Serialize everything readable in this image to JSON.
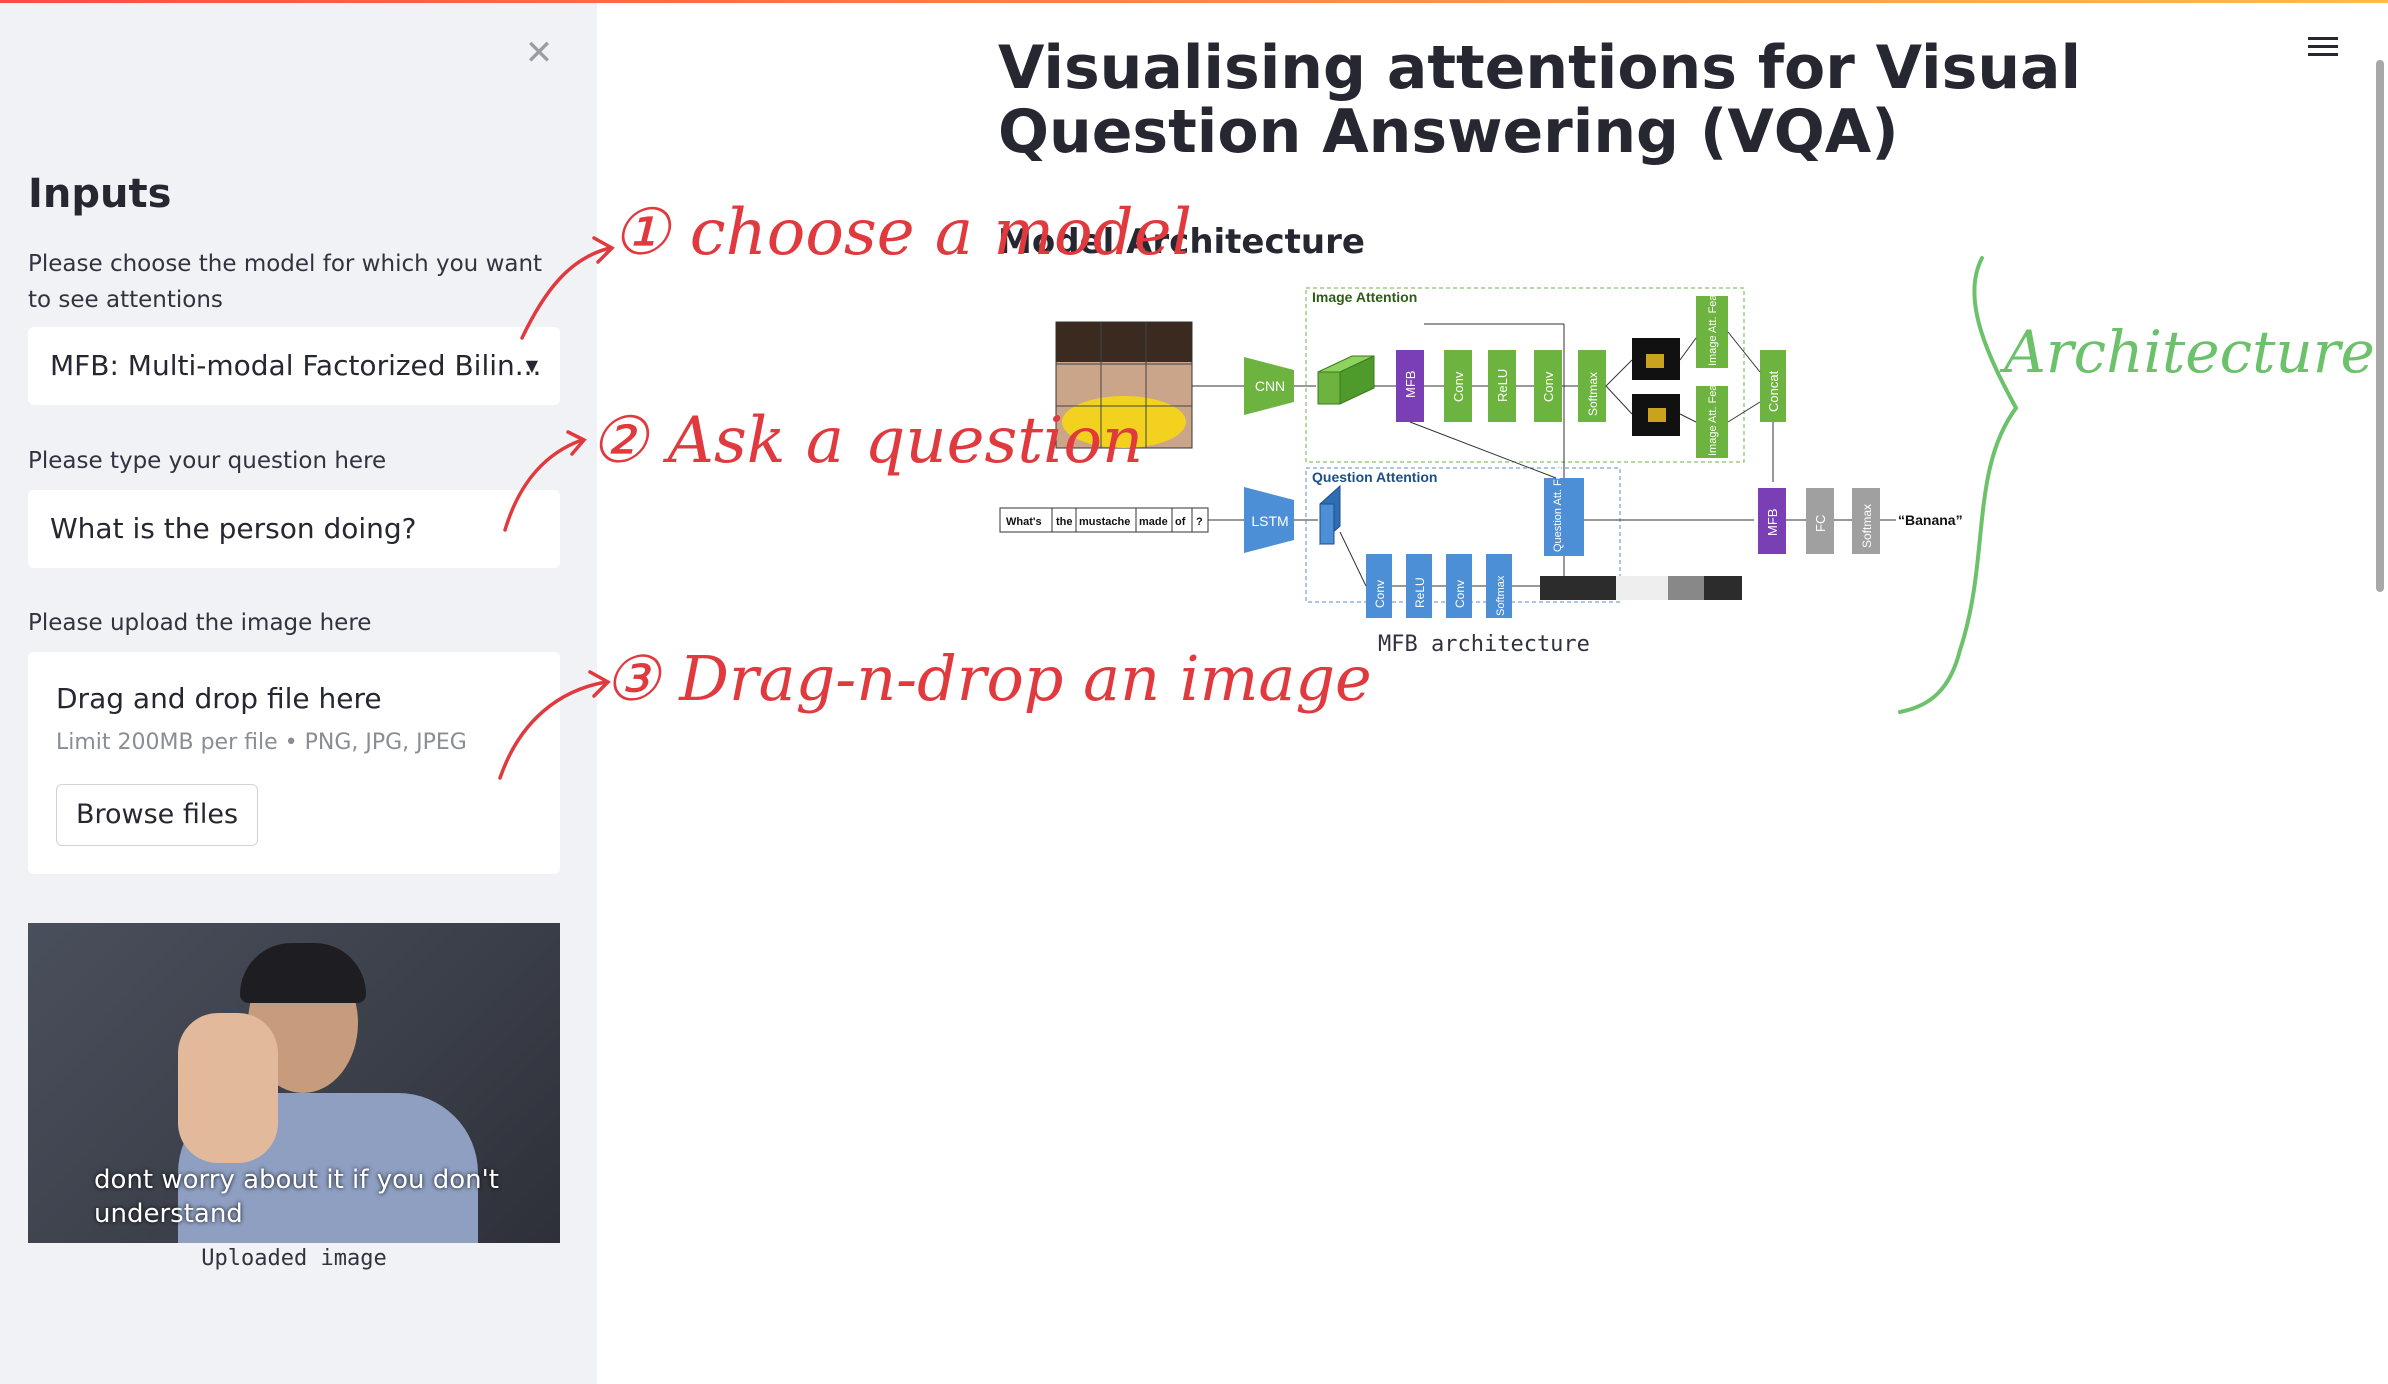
{
  "sidebar": {
    "close_icon": "close-icon",
    "title": "Inputs",
    "model_label": "Please choose the model for which you want to see attentions",
    "model_value": "MFB: Multi-modal Factorized Bilin...",
    "question_label": "Please type your question here",
    "question_value": "What is the person doing?",
    "upload_label": "Please upload the image here",
    "dropzone_title": "Drag and drop file here",
    "dropzone_limit": "Limit 200MB per file • PNG, JPG, JPEG",
    "browse_label": "Browse files",
    "uploaded_subtitle_line1": "dont worry about it if you don't",
    "uploaded_subtitle_line2": "understand",
    "uploaded_caption": "Uploaded image"
  },
  "main": {
    "title": "Visualising attentions for Visual Question Answering (VQA)",
    "section": "Model Architecture",
    "figure_caption": "MFB architecture",
    "menu_icon": "hamburger-menu-icon"
  },
  "diagram": {
    "image_attention": "Image Attention",
    "question_attention": "Question Attention",
    "cnn": "CNN",
    "lstm": "LSTM",
    "mfb": "MFB",
    "conv": "Conv",
    "relu": "ReLU",
    "softmax": "Softmax",
    "image_att_feat": "Image Att. Feat.",
    "question_att_feat": "Question Att. Feat.",
    "concat": "Concat",
    "fc": "FC",
    "answer": "“Banana”",
    "question_tokens": [
      "What's",
      "the",
      "mustache",
      "made",
      "of",
      "?"
    ]
  },
  "annotations": {
    "step1": "① choose a model",
    "step2": "② Ask a question",
    "step3": "③ Drag-n-drop an image",
    "overview": "Architecture overview"
  },
  "colors": {
    "accent_red": "#ff4b4b",
    "annotation_red": "#e0393e",
    "annotation_green": "#6cc26a",
    "green_block": "#6db33f",
    "blue_block": "#4d8fd6",
    "purple_block": "#7b3fb5",
    "gray_block": "#a0a0a0"
  }
}
